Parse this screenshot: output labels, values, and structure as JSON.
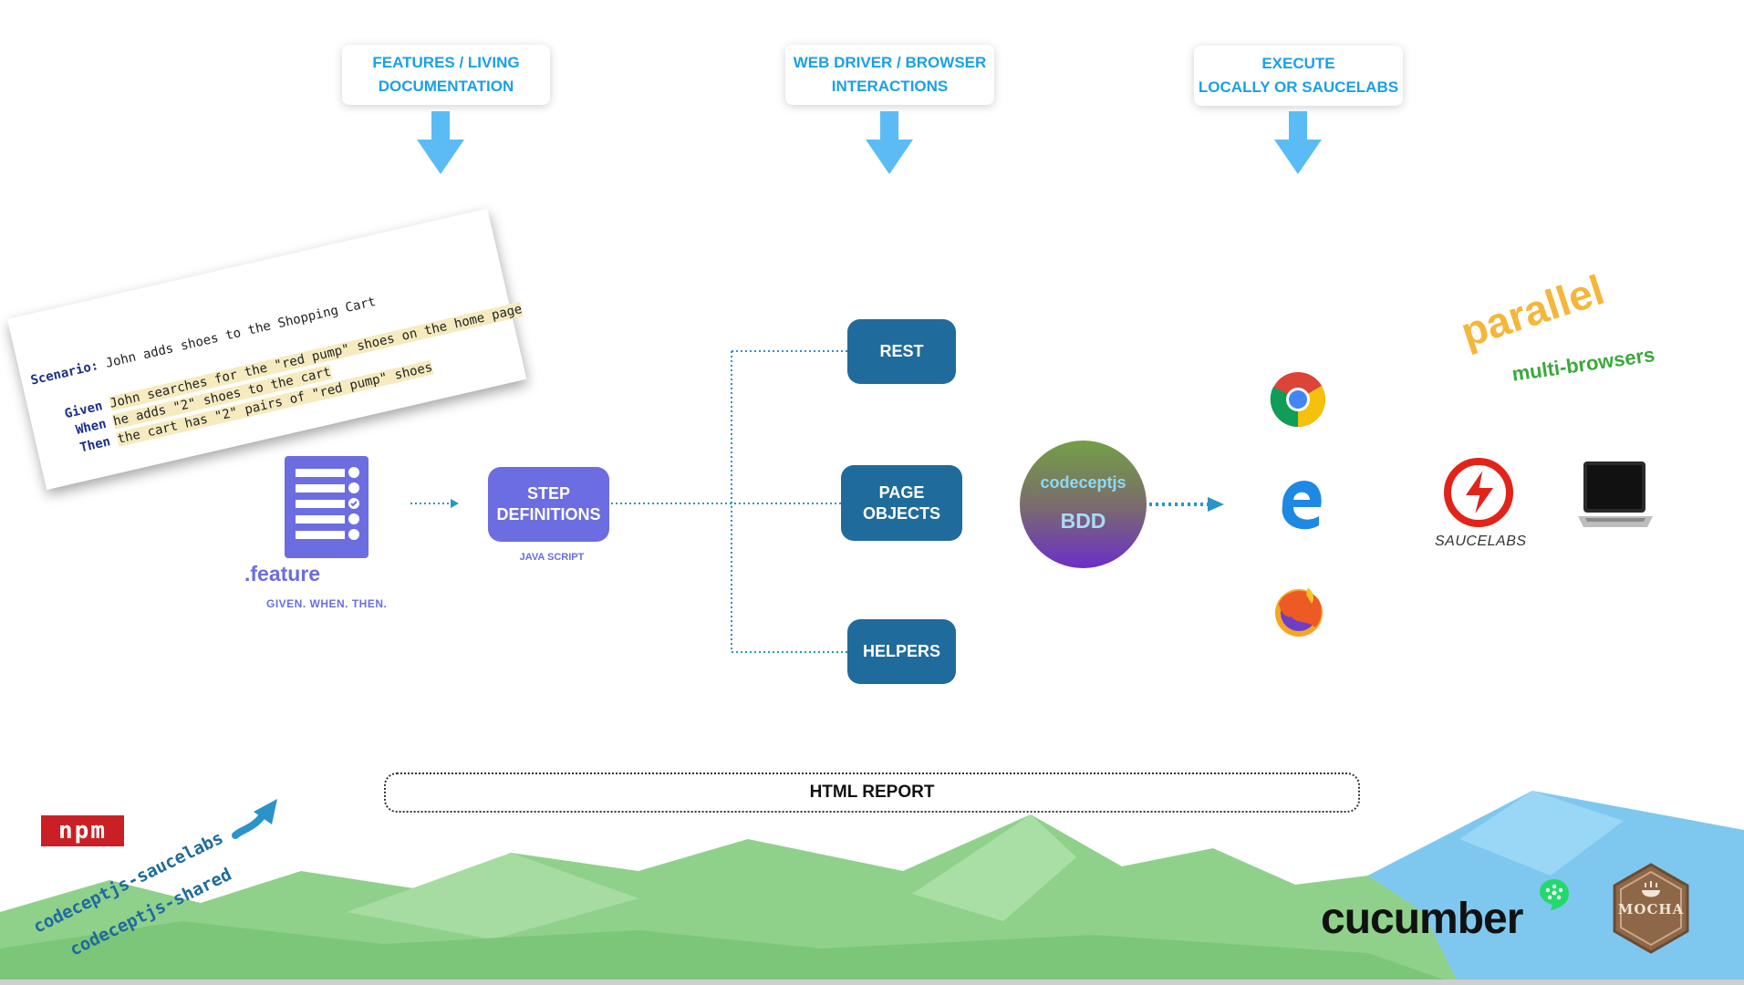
{
  "top": {
    "features": [
      "FEATURES / LIVING",
      "DOCUMENTATION"
    ],
    "webdriver": [
      "WEB DRIVER / BROWSER",
      "INTERACTIONS"
    ],
    "execute": [
      "EXECUTE",
      "LOCALLY OR SAUCELABS"
    ]
  },
  "scenario": {
    "scenario_kw": "Scenario:",
    "scenario_text": " John adds shoes to the Shopping Cart",
    "given_kw": "Given",
    "given_text": "John searches for the \"red pump\" shoes on the home page",
    "when_kw": "When",
    "when_text": "he adds \"2\" shoes to the cart",
    "then_kw": "Then",
    "then_text": "the cart has \"2\" pairs of \"red pump\" shoes"
  },
  "feature": {
    "label": ".feature",
    "sub": "GIVEN. WHEN. THEN."
  },
  "step_definitions": {
    "label": "STEP DEFINITIONS",
    "sub": "JAVA SCRIPT"
  },
  "nodes": {
    "rest": "REST",
    "page_objects": "PAGE OBJECTS",
    "helpers": "HELPERS"
  },
  "codecept": {
    "name": "codeceptjs",
    "bdd": "BDD"
  },
  "right": {
    "parallel": "parallel",
    "multi": "multi-browsers",
    "saucelabs": "SAUCELABS"
  },
  "html_report": "HTML REPORT",
  "npm": {
    "logo": "npm",
    "pkg1": "codeceptjs-saucelabs",
    "pkg2": "codeceptjs-shared"
  },
  "logos": {
    "cucumber": "cucumber",
    "mocha": "MOCHA"
  },
  "icons": [
    "chrome-icon",
    "edge-icon",
    "firefox-icon",
    "saucelabs-icon",
    "laptop-icon",
    "feature-file-icon",
    "curved-arrow-icon",
    "cucumber-icon",
    "mocha-icon",
    "npm-icon"
  ],
  "colors": {
    "accent_blue": "#1aa0e8",
    "node_blue": "#1f6b9c",
    "step_purple": "#6b6de0",
    "parallel_orange": "#f5b63a",
    "multi_green": "#3aa93a",
    "mountain_green": "#8fd18b",
    "sky_blue": "#7ec8f0"
  }
}
